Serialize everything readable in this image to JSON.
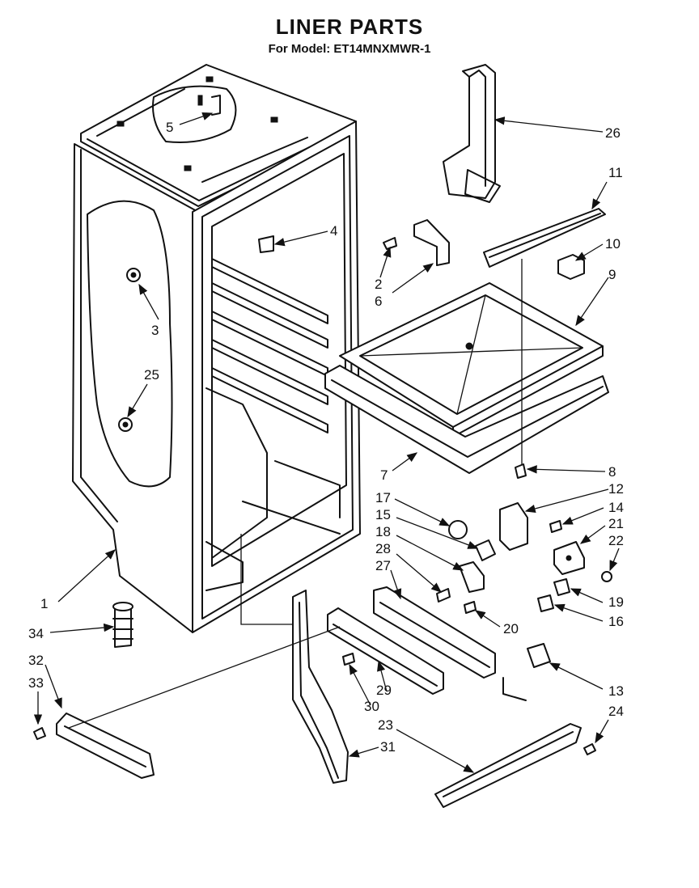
{
  "header": {
    "title": "LINER PARTS",
    "subtitle": "For Model: ET14MNXMWR-1"
  },
  "callouts": [
    "1",
    "2",
    "3",
    "4",
    "5",
    "6",
    "7",
    "8",
    "9",
    "10",
    "11",
    "12",
    "13",
    "14",
    "15",
    "16",
    "17",
    "18",
    "19",
    "20",
    "21",
    "22",
    "23",
    "24",
    "25",
    "26",
    "27",
    "28",
    "29",
    "30",
    "31",
    "32",
    "33",
    "34"
  ]
}
